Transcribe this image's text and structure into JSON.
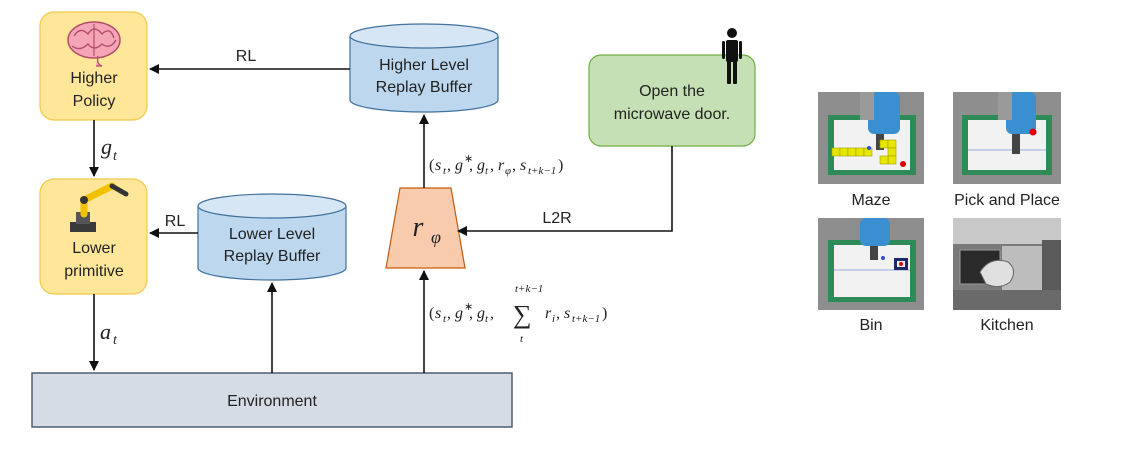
{
  "higher_policy": {
    "line1": "Higher",
    "line2": "Policy",
    "icon": "brain-icon"
  },
  "lower_primitive": {
    "line1": "Lower",
    "line2": "primitive",
    "icon": "robot-arm-icon"
  },
  "higher_buffer": {
    "line1": "Higher Level",
    "line2": "Replay Buffer"
  },
  "lower_buffer": {
    "line1": "Lower Level",
    "line2": "Replay Buffer"
  },
  "instruction": {
    "line1": "Open the",
    "line2": "microwave door.",
    "icon": "person-icon"
  },
  "reward_model": {
    "symbol": "r",
    "subscript": "φ"
  },
  "environment": {
    "label": "Environment"
  },
  "edges": {
    "rl_top": "RL",
    "rl_bottom": "RL",
    "l2r": "L2R",
    "g_t": {
      "base": "g",
      "sub": "t"
    },
    "a_t": {
      "base": "a",
      "sub": "t"
    },
    "tuple_upper": "(s_t, g^*, g_t, r_φ, s_{t+k−1})",
    "tuple_lower": "(s_t, g^*, g_t, Σ_{t}^{t+k−1} r_i, s_{t+k−1})"
  },
  "colors": {
    "policy_fill": "#FFE699",
    "policy_stroke": "#F2C94C",
    "buffer_fill": "#BDD7EE",
    "buffer_stroke": "#41719C",
    "instruction_fill": "#C5E0B4",
    "instruction_stroke": "#70AD47",
    "reward_fill": "#F8CBAD",
    "reward_stroke": "#C55A11",
    "env_fill": "#D6DCE5",
    "env_stroke": "#44546A"
  },
  "environments": [
    {
      "caption": "Maze"
    },
    {
      "caption": "Pick and Place"
    },
    {
      "caption": "Bin"
    },
    {
      "caption": "Kitchen"
    }
  ]
}
